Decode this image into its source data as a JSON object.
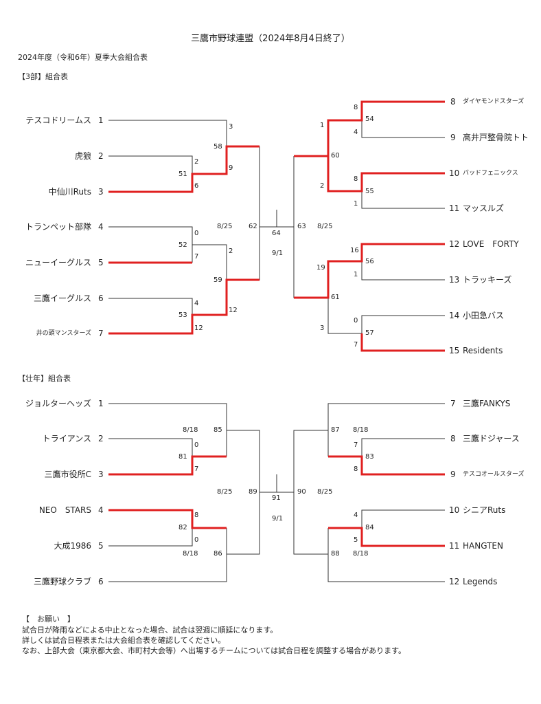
{
  "title": "三鷹市野球連盟（2024年8月4日終了）",
  "subtitle": "2024年度（令和6年）夏季大会組合表",
  "div3": {
    "heading": "【3部】組合表",
    "teams": [
      {
        "no": "1",
        "name": "テスコドリームス"
      },
      {
        "no": "2",
        "name": "虎狼"
      },
      {
        "no": "3",
        "name": "中仙川Ruts"
      },
      {
        "no": "4",
        "name": "トランペット部隊"
      },
      {
        "no": "5",
        "name": "ニューイーグルス"
      },
      {
        "no": "6",
        "name": "三鷹イーグルス"
      },
      {
        "no": "7",
        "name": "井の頭マンスターズ"
      },
      {
        "no": "8",
        "name": "ダイヤモンドスターズ"
      },
      {
        "no": "9",
        "name": "高井戸整骨院トト"
      },
      {
        "no": "10",
        "name": "バッドフェニックス"
      },
      {
        "no": "11",
        "name": "マッスルズ"
      },
      {
        "no": "12",
        "name": "LOVE　FORTY"
      },
      {
        "no": "13",
        "name": "トラッキーズ"
      },
      {
        "no": "14",
        "name": "小田急バス"
      },
      {
        "no": "15",
        "name": "Residents"
      }
    ],
    "labels": [
      "3",
      "58",
      "9",
      "2",
      "51",
      "6",
      "0",
      "52",
      "7",
      "2",
      "59",
      "12",
      "4",
      "53",
      "12",
      "8/25",
      "62",
      "64",
      "9/1",
      "63",
      "8/25",
      "8",
      "1",
      "54",
      "4",
      "60",
      "8",
      "2",
      "55",
      "1",
      "16",
      "19",
      "56",
      "1",
      "61",
      "0",
      "3",
      "57",
      "7"
    ]
  },
  "senior": {
    "heading": "【壮年】組合表",
    "teams": [
      {
        "no": "1",
        "name": "ジョルターヘッズ"
      },
      {
        "no": "2",
        "name": "トライアンス"
      },
      {
        "no": "3",
        "name": "三鷹市役所C"
      },
      {
        "no": "4",
        "name": "NEO　STARS"
      },
      {
        "no": "5",
        "name": "大成1986"
      },
      {
        "no": "6",
        "name": "三鷹野球クラブ"
      },
      {
        "no": "7",
        "name": "三鷹FANKYS"
      },
      {
        "no": "8",
        "name": "三鷹ドジャース"
      },
      {
        "no": "9",
        "name": "テスコオールスターズ"
      },
      {
        "no": "10",
        "name": "シニアRuts"
      },
      {
        "no": "11",
        "name": "HANGTEN"
      },
      {
        "no": "12",
        "name": "Legends"
      }
    ],
    "labels": [
      "8/18",
      "85",
      "0",
      "81",
      "7",
      "8",
      "82",
      "0",
      "8/18",
      "86",
      "8/25",
      "89",
      "91",
      "9/1",
      "90",
      "8/25",
      "87",
      "8/18",
      "7",
      "83",
      "8",
      "4",
      "84",
      "5",
      "88",
      "8/18"
    ]
  },
  "notes": {
    "heading": "【　お願い　】",
    "lines": [
      "試合日が降雨などによる中止となった場合、試合は翌週に順延になります。",
      "詳しくは試合日程表または大会組合表を確認してください。",
      "なお、上部大会（東京都大会、市町村大会等）へ出場するチームについては試合日程を調整する場合があります。"
    ]
  },
  "colors": {
    "winner": "#e02020",
    "line": "#333333"
  }
}
